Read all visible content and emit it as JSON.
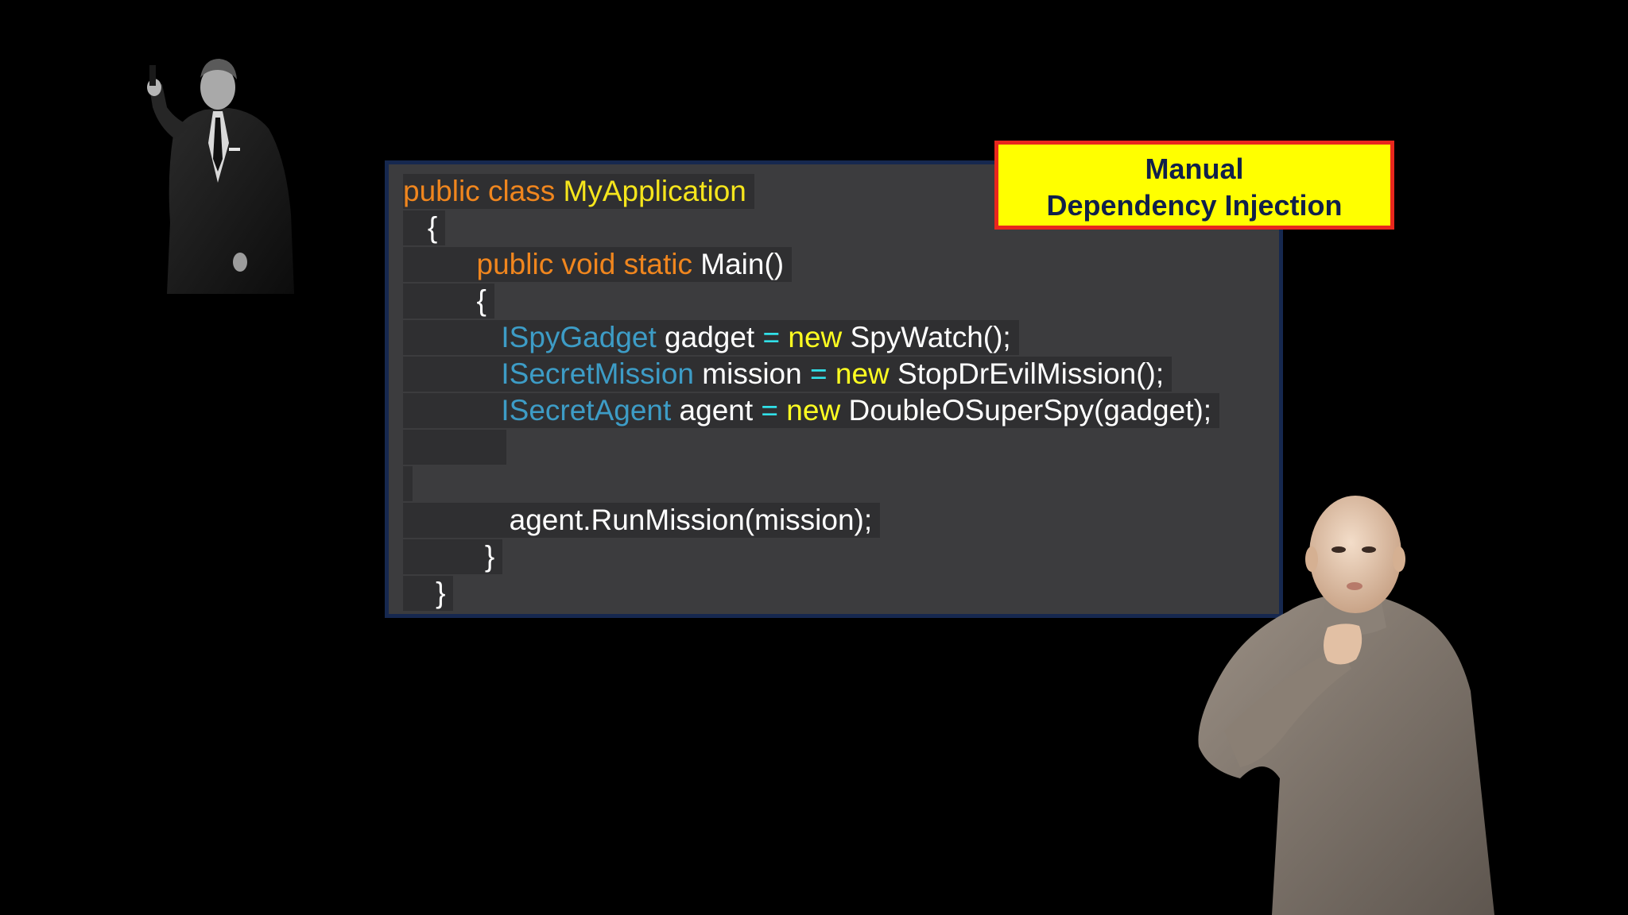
{
  "callout": {
    "line1": "Manual",
    "line2": "Dependency Injection"
  },
  "code": {
    "lines": [
      {
        "indent": "",
        "tokens": [
          {
            "t": "public class ",
            "c": "keyword"
          },
          {
            "t": "MyApplication",
            "c": "class"
          }
        ]
      },
      {
        "indent": "   ",
        "tokens": [
          {
            "t": "{",
            "c": "plain"
          }
        ]
      },
      {
        "indent": "         ",
        "tokens": [
          {
            "t": "public void static ",
            "c": "keyword"
          },
          {
            "t": "Main()",
            "c": "plain"
          }
        ]
      },
      {
        "indent": "         ",
        "tokens": [
          {
            "t": "{",
            "c": "plain"
          }
        ]
      },
      {
        "indent": "            ",
        "tokens": [
          {
            "t": "ISpyGadget",
            "c": "iface"
          },
          {
            "t": " gadget ",
            "c": "plain"
          },
          {
            "t": "=",
            "c": "op"
          },
          {
            "t": " new ",
            "c": "new"
          },
          {
            "t": "SpyWatch();",
            "c": "plain"
          }
        ]
      },
      {
        "indent": "            ",
        "tokens": [
          {
            "t": "ISecretMission",
            "c": "iface"
          },
          {
            "t": " mission ",
            "c": "plain"
          },
          {
            "t": "=",
            "c": "op"
          },
          {
            "t": " new ",
            "c": "new"
          },
          {
            "t": "StopDrEvilMission();",
            "c": "plain"
          }
        ]
      },
      {
        "indent": "            ",
        "tokens": [
          {
            "t": "ISecretAgent",
            "c": "iface"
          },
          {
            "t": " agent ",
            "c": "plain"
          },
          {
            "t": "=",
            "c": "op"
          },
          {
            "t": " new ",
            "c": "new"
          },
          {
            "t": "DoubleOSuperSpy(gadget);",
            "c": "plain"
          }
        ]
      },
      {
        "indent": "            ",
        "tokens": []
      },
      {
        "indent": "",
        "tokens": []
      },
      {
        "indent": "             ",
        "tokens": [
          {
            "t": "agent.RunMission(mission);",
            "c": "plain"
          }
        ]
      },
      {
        "indent": "          ",
        "tokens": [
          {
            "t": "}",
            "c": "plain"
          }
        ]
      },
      {
        "indent": "    ",
        "tokens": [
          {
            "t": "}",
            "c": "plain"
          }
        ]
      }
    ]
  },
  "figures": {
    "left": "suited-agent-with-pistol",
    "right": "bald-villain-in-grey-suit"
  }
}
